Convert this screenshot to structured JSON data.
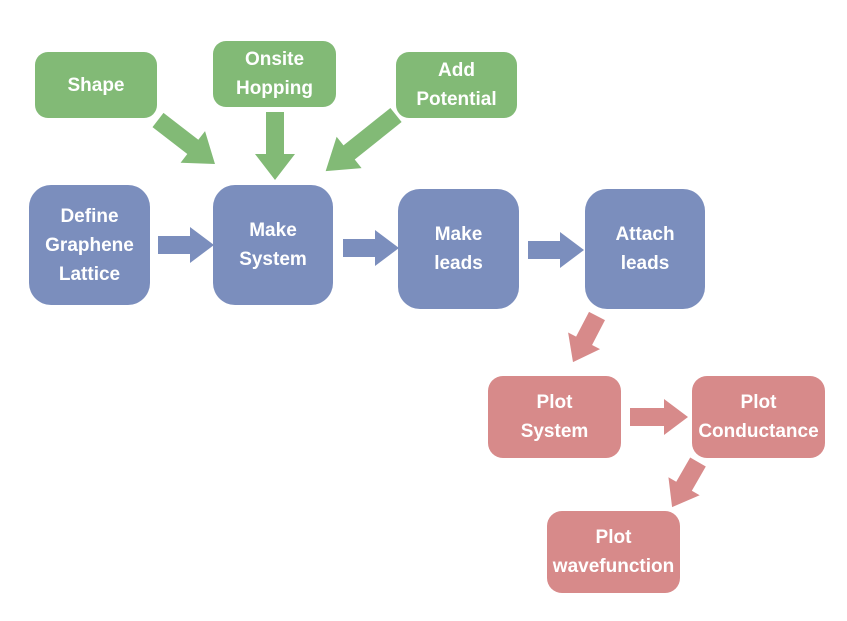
{
  "colors": {
    "green": "#82ba76",
    "blue": "#7b8ebd",
    "red": "#d78a8a"
  },
  "nodes": {
    "shape": {
      "lines": [
        "Shape"
      ],
      "color": "green"
    },
    "onsite_hopping": {
      "lines": [
        "Onsite",
        "Hopping"
      ],
      "color": "green"
    },
    "add_potential": {
      "lines": [
        "Add",
        "Potential"
      ],
      "color": "green"
    },
    "define_graphene_lattice": {
      "lines": [
        "Define",
        "Graphene",
        "Lattice"
      ],
      "color": "blue"
    },
    "make_system": {
      "lines": [
        "Make",
        "System"
      ],
      "color": "blue"
    },
    "make_leads": {
      "lines": [
        "Make",
        "leads"
      ],
      "color": "blue"
    },
    "attach_leads": {
      "lines": [
        "Attach",
        "leads"
      ],
      "color": "blue"
    },
    "plot_system": {
      "lines": [
        "Plot",
        "System"
      ],
      "color": "red"
    },
    "plot_conductance": {
      "lines": [
        "Plot",
        "Conductance"
      ],
      "color": "red"
    },
    "plot_wavefunction": {
      "lines": [
        "Plot",
        "wavefunction"
      ],
      "color": "red"
    }
  },
  "edges": [
    {
      "from": "shape",
      "to": "make_system",
      "color": "green"
    },
    {
      "from": "onsite_hopping",
      "to": "make_system",
      "color": "green"
    },
    {
      "from": "add_potential",
      "to": "make_system",
      "color": "green"
    },
    {
      "from": "define_graphene_lattice",
      "to": "make_system",
      "color": "blue"
    },
    {
      "from": "make_system",
      "to": "make_leads",
      "color": "blue"
    },
    {
      "from": "make_leads",
      "to": "attach_leads",
      "color": "blue"
    },
    {
      "from": "attach_leads",
      "to": "plot_system",
      "color": "red"
    },
    {
      "from": "plot_system",
      "to": "plot_conductance",
      "color": "red"
    },
    {
      "from": "plot_conductance",
      "to": "plot_wavefunction",
      "color": "red"
    }
  ]
}
